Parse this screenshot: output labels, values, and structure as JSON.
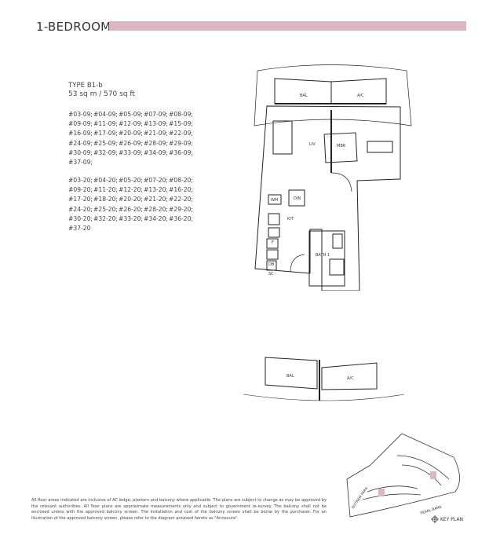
{
  "header": {
    "title": "1-BEDROOM",
    "accent_color": "#dcb7c3"
  },
  "unit": {
    "type": "TYPE B1-b",
    "area": "53 sq m / 570 sq ft",
    "group_09": [
      "#03-09;",
      "#04-09;",
      "#05-09;",
      "#07-09;",
      "#08-09;",
      "#09-09;",
      "#11-09;",
      "#12-09;",
      "#13-09;",
      "#15-09;",
      "#16-09;",
      "#17-09;",
      "#20-09;",
      "#21-09;",
      "#22-09;",
      "#24-09;",
      "#25-09;",
      "#26-09;",
      "#28-09;",
      "#29-09;",
      "#30-09;",
      "#32-09;",
      "#33-09;",
      "#34-09;",
      "#36-09;",
      "#37-09;"
    ],
    "group_20": [
      "#03-20;",
      "#04-20;",
      "#05-20;",
      "#07-20;",
      "#08-20;",
      "#09-20;",
      "#11-20;",
      "#12-20;",
      "#13-20;",
      "#16-20;",
      "#17-20;",
      "#18-20;",
      "#20-20;",
      "#21-20;",
      "#22-20;",
      "#24-20;",
      "#25-20;",
      "#26-20;",
      "#28-20;",
      "#29-20;",
      "#30-20;",
      "#32-20;",
      "#33-20;",
      "#34-20;",
      "#36-20;",
      "#37-20"
    ]
  },
  "floorplan": {
    "rooms": {
      "bal": "BAL",
      "ac": "A/C",
      "liv": "LIV",
      "mbr": "MBR",
      "din": "DIN",
      "kit": "KIT",
      "wm": "WM",
      "f": "F",
      "db": "DB",
      "sc": "SC",
      "bath": "BATH 1"
    }
  },
  "balcony_detail": {
    "bal": "BAL",
    "ac": "A/C"
  },
  "key_plan": {
    "label": "KEY PLAN",
    "road_1": "OUTRAM PARK",
    "road_2": "PEARL BANK",
    "highlight_color": "#d9b8c4"
  },
  "disclaimer": "All floor areas indicated are inclusive of AC ledge, planters and balcony where applicable. The plans are subject to change as may be approved by the relevant authorities. All floor plans are approximate measurements only and subject to government re-survey. The balcony shall not be enclosed unless with the approved balcony screen. The installation and cost of the balcony screen shall be borne by the purchaser. For an illustration of the approved balcony screen, please refer to the diagram annexed hereto as \"Annexure\"."
}
